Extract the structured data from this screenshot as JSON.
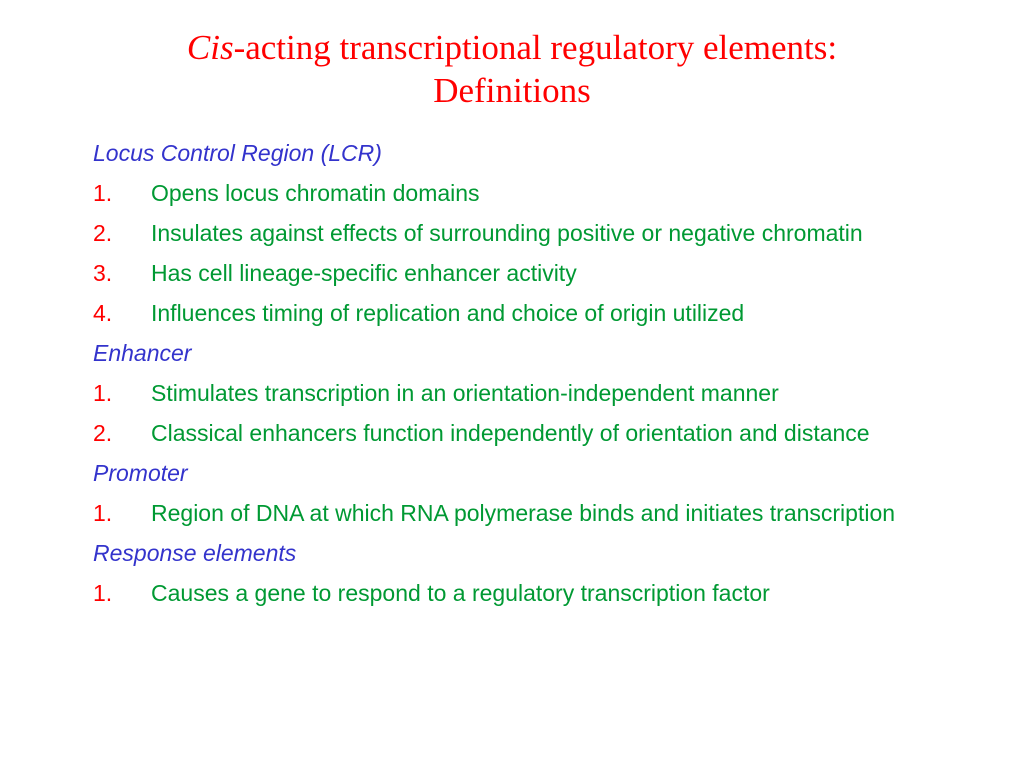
{
  "title": {
    "italic": "Cis",
    "rest_line1": "-acting transcriptional regulatory elements:",
    "line2": "Definitions"
  },
  "sections": [
    {
      "heading": "Locus Control Region (LCR)",
      "items": [
        {
          "num": "1.",
          "text": "Opens locus chromatin domains"
        },
        {
          "num": "2.",
          "text": "Insulates against effects of surrounding positive or negative chromatin"
        },
        {
          "num": "3.",
          "text": "Has cell lineage-specific enhancer activity"
        },
        {
          "num": "4.",
          "text": "Influences timing of replication and choice of origin utilized"
        }
      ]
    },
    {
      "heading": "Enhancer",
      "items": [
        {
          "num": "1.",
          "text": "Stimulates transcription in an orientation-independent manner"
        },
        {
          "num": "2.",
          "text": "Classical enhancers function independently of orientation and distance"
        }
      ]
    },
    {
      "heading": "Promoter",
      "items": [
        {
          "num": "1.",
          "text": "Region of DNA at which RNA polymerase binds and initiates transcription"
        }
      ]
    },
    {
      "heading": "Response elements",
      "items": [
        {
          "num": "1.",
          "text": "Causes a gene to respond to a regulatory transcription factor"
        }
      ]
    }
  ]
}
